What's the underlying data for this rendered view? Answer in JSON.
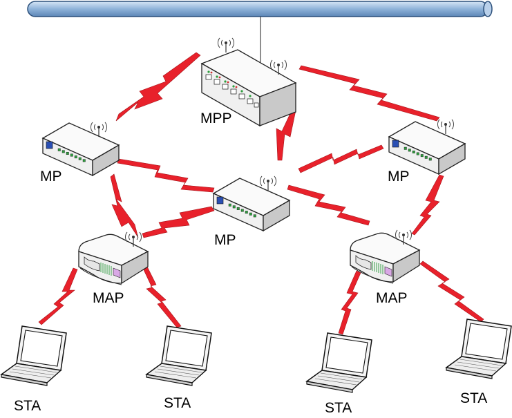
{
  "labels": {
    "mpp": "MPP",
    "mp_left": "MP",
    "mp_center": "MP",
    "mp_right": "MP",
    "map_left": "MAP",
    "map_right": "MAP",
    "sta_1": "STA",
    "sta_2": "STA",
    "sta_3": "STA",
    "sta_4": "STA"
  },
  "colors": {
    "backbone": "#8fb3d9",
    "wireless_link": "#e8212b",
    "device_body": "#f2f2f2",
    "port_green": "#2e9e3e",
    "port_red": "#d23030",
    "indicator_blue": "#2a4fb3"
  },
  "icons": [
    "router-icon",
    "switch-icon",
    "access-point-icon",
    "laptop-icon",
    "antenna-icon",
    "lightning-icon"
  ]
}
